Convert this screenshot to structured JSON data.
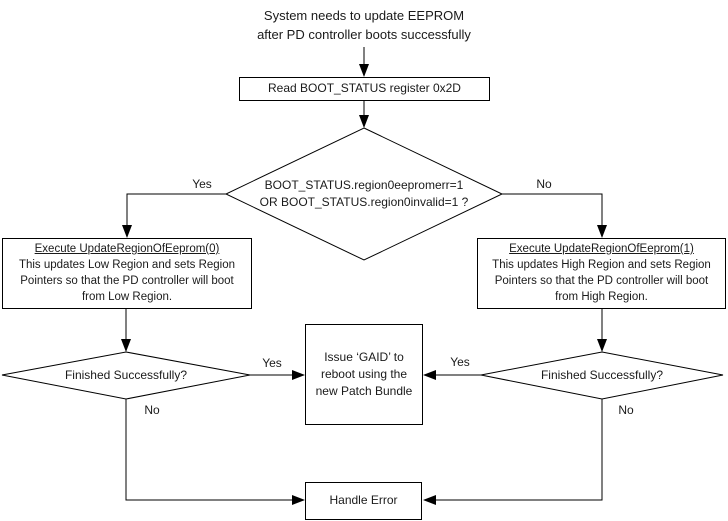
{
  "colors": {
    "line": "#000000",
    "background": "#ffffff",
    "text": "#1a1a1a",
    "node_fill": "#ffffff"
  },
  "title": {
    "text": "System needs to update EEPROM\nafter PD controller boots successfully"
  },
  "nodes": {
    "read_register": {
      "label": "Read BOOT_STATUS register 0x2D"
    },
    "boot_status_decision": {
      "label": "BOOT_STATUS.region0eepromerr=1\nOR BOOT_STATUS.region0invalid=1 ?"
    },
    "update_region0": {
      "heading": "Execute UpdateRegionOfEeprom(0)",
      "body": "This updates Low Region and sets Region\nPointers so that the PD controller will boot\nfrom Low Region."
    },
    "update_region1": {
      "heading": "Execute UpdateRegionOfEeprom(1)",
      "body": "This updates High Region and sets Region\nPointers so that the PD controller will boot\nfrom High Region."
    },
    "finished_left": {
      "label": "Finished Successfully?"
    },
    "finished_right": {
      "label": "Finished Successfully?"
    },
    "issue_gaid": {
      "label": "Issue ‘GAID’ to\nreboot using the\nnew Patch Bundle"
    },
    "handle_error": {
      "label": "Handle Error"
    }
  },
  "edge_labels": {
    "decision_yes": "Yes",
    "decision_no": "No",
    "finished_left_yes": "Yes",
    "finished_left_no": "No",
    "finished_right_yes": "Yes",
    "finished_right_no": "No"
  }
}
